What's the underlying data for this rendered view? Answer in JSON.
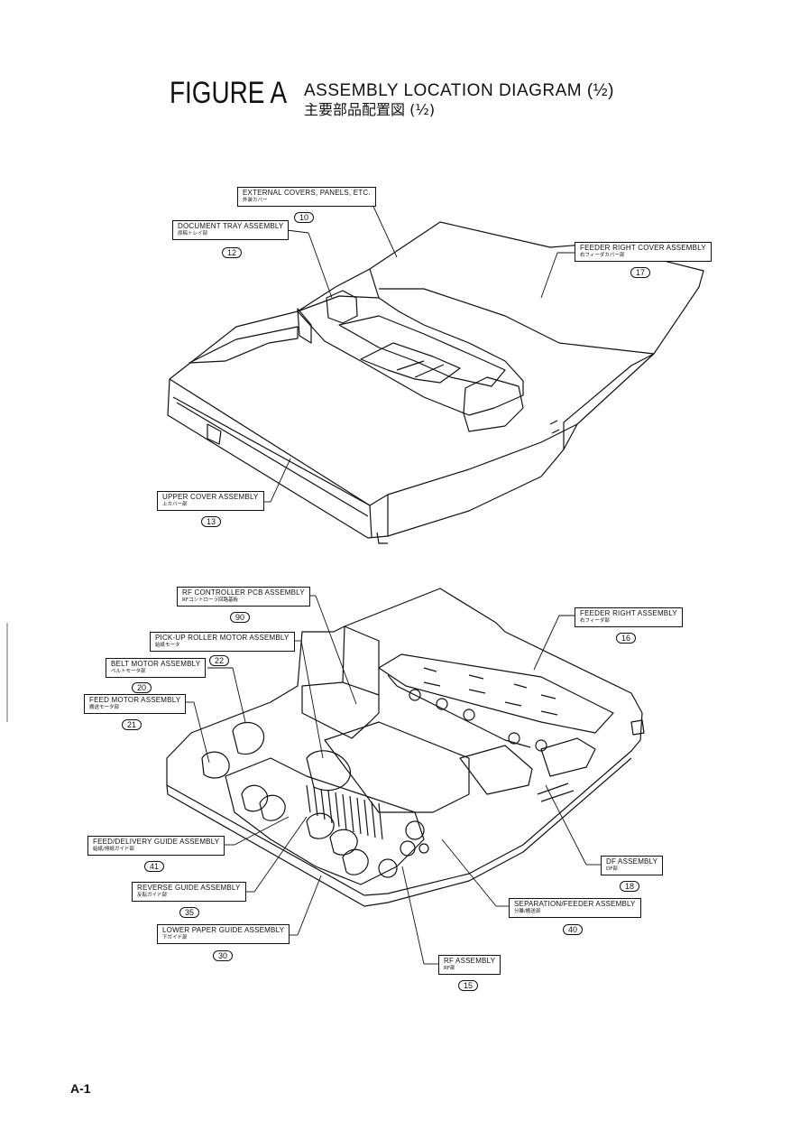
{
  "figure": {
    "label": "FIGURE A",
    "title": "ASSEMBLY LOCATION DIAGRAM (½)",
    "subtitle": "主要部品配置図 (½)"
  },
  "callouts": {
    "external_covers": {
      "label": "EXTERNAL COVERS, PANELS, ETC.",
      "sub": "外装カバー",
      "number": "10"
    },
    "document_tray": {
      "label": "DOCUMENT TRAY ASSEMBLY",
      "sub": "原稿トレイ部",
      "number": "12"
    },
    "feeder_right_cover": {
      "label": "FEEDER RIGHT COVER ASSEMBLY",
      "sub": "右フィーダカバー部",
      "number": "17"
    },
    "upper_cover": {
      "label": "UPPER COVER ASSEMBLY",
      "sub": "上カバー部",
      "number": "13"
    },
    "rf_controller_pcb": {
      "label": "RF CONTROLLER PCB ASSEMBLY",
      "sub": "RFコントローラ回路基板",
      "number": "90"
    },
    "pickup_roller_motor": {
      "label": "PICK-UP ROLLER MOTOR ASSEMBLY",
      "sub": "給紙モータ",
      "number": "22"
    },
    "belt_motor": {
      "label": "BELT MOTOR ASSEMBLY",
      "sub": "ベルトモータ部",
      "number": "20"
    },
    "feed_motor": {
      "label": "FEED MOTOR ASSEMBLY",
      "sub": "搬送モータ部",
      "number": "21"
    },
    "feeder_right": {
      "label": "FEEDER RIGHT ASSEMBLY",
      "sub": "右フィーダ部",
      "number": "16"
    },
    "feed_delivery_guide": {
      "label": "FEED/DELIVERY GUIDE ASSEMBLY",
      "sub": "給紙/排紙ガイド部",
      "number": "41"
    },
    "reverse_guide": {
      "label": "REVERSE GUIDE ASSEMBLY",
      "sub": "反転ガイド部",
      "number": "35"
    },
    "lower_paper_guide": {
      "label": "LOWER PAPER GUIDE ASSEMBLY",
      "sub": "下ガイド部",
      "number": "30"
    },
    "df": {
      "label": "DF ASSEMBLY",
      "sub": "DF部",
      "number": "18"
    },
    "separation_feeder": {
      "label": "SEPARATION/FEEDER ASSEMBLY",
      "sub": "分離/搬送部",
      "number": "40"
    },
    "rf": {
      "label": "RF ASSEMBLY",
      "sub": "RF部",
      "number": "15"
    }
  },
  "page_number": "A-1"
}
